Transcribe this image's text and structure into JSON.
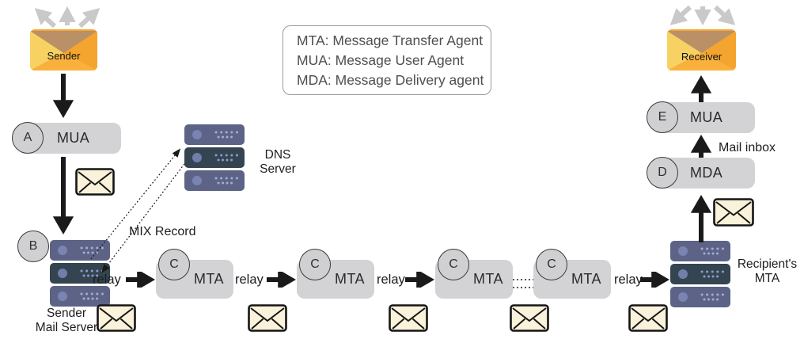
{
  "legend": {
    "lines": [
      "MTA: Message Transfer Agent",
      "MUA: Message User Agent",
      "MDA: Message Delivery agent"
    ]
  },
  "sender_side": {
    "envelope_label": "Sender",
    "mua": {
      "badge": "A",
      "label": "MUA"
    },
    "server": {
      "badge": "B",
      "label1": "Sender",
      "label2": "Mail Server"
    }
  },
  "dns": {
    "label1": "DNS",
    "label2": "Server",
    "mix_record": "MIX Record"
  },
  "relay_label": "relay",
  "mta_chain": [
    {
      "badge": "C",
      "label": "MTA"
    },
    {
      "badge": "C",
      "label": "MTA"
    },
    {
      "badge": "C",
      "label": "MTA"
    },
    {
      "badge": "C",
      "label": "MTA"
    }
  ],
  "recipient_side": {
    "server": {
      "label1": "Recipient's",
      "label2": "MTA"
    },
    "mda": {
      "badge": "D",
      "label": "MDA"
    },
    "mua": {
      "badge": "E",
      "label": "MUA"
    },
    "mail_inbox": "Mail inbox",
    "envelope_label": "Receiver"
  },
  "colors": {
    "box_gray": "#d3d3d5",
    "envelope_orange": "#f6a62f",
    "envelope_flap_tan": "#ba9067",
    "envelope_cream": "#faf2da",
    "server_blue": "#5c6387",
    "server_dark": "#344450",
    "arrow_black": "#1a1a1a",
    "arrow_gray": "#c9c9c9"
  }
}
